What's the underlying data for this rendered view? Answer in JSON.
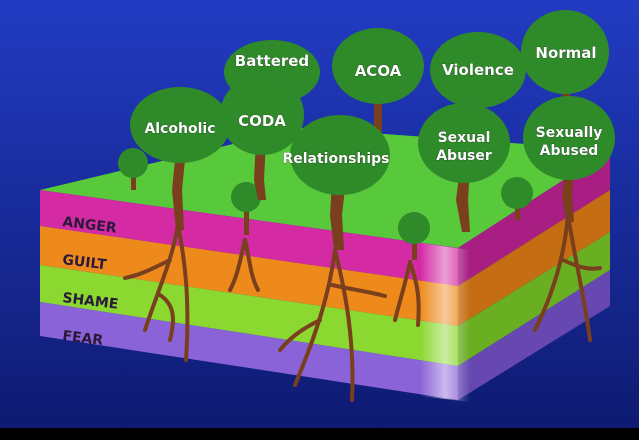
{
  "tree_labels": {
    "alcoholic": "Alcoholic",
    "battered": "Battered",
    "coda": "CODA",
    "acoa": "ACOA",
    "relationships": "Relationships",
    "violence": "Violence",
    "normal": "Normal",
    "sexual_abuser": [
      "Sexual",
      "Abuser"
    ],
    "sexually_abused": [
      "Sexually",
      "Abused"
    ]
  },
  "layers": {
    "anger": "ANGER",
    "guilt": "GUILT",
    "shame": "SHAME",
    "fear": "FEAR"
  },
  "colors": {
    "background": "#1a2fa8",
    "grass": "#58c93a",
    "anger": "#d42aa4",
    "guilt": "#ee8a1c",
    "shame": "#8ad830",
    "fear": "#8a63d8",
    "foliage": "#2f8a2a",
    "trunk": "#7a3f1c"
  }
}
